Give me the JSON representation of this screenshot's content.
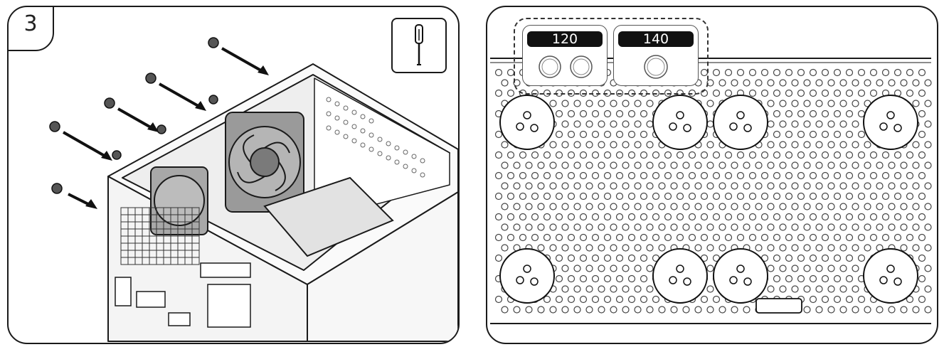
{
  "step": {
    "number": "3"
  },
  "tool": {
    "icon": "screwdriver-icon"
  },
  "fan_sizes": [
    {
      "label": "120",
      "holes": 2
    },
    {
      "label": "140",
      "holes": 1
    }
  ],
  "colors": {
    "line": "#1a1a1a",
    "screw": "#555555",
    "fan": "#8a8a8a"
  }
}
